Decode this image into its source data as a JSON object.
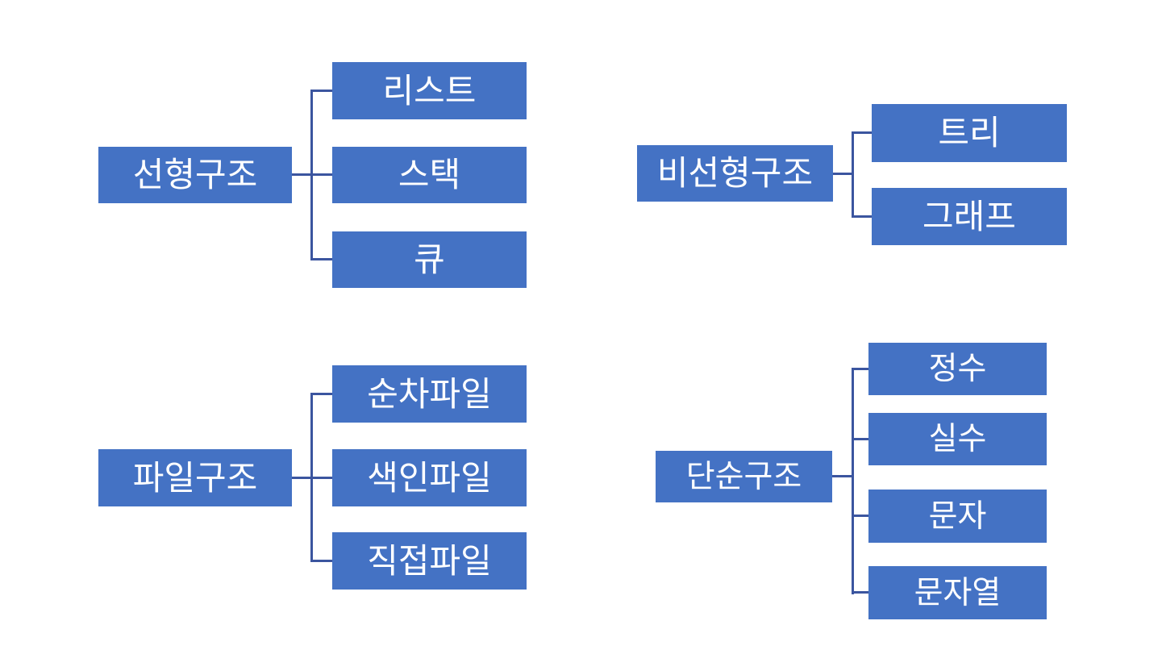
{
  "diagram": {
    "title": "Data structure classification diagram",
    "colors": {
      "box_fill": "#4472C4",
      "line_color": "#3B559F",
      "text_color": "#FFFFFF",
      "bg": "#FFFFFF"
    },
    "groups": [
      {
        "id": "linear-structure",
        "parent": "선형구조",
        "children": [
          "리스트",
          "스택",
          "큐"
        ]
      },
      {
        "id": "nonlinear-structure",
        "parent": "비선형구조",
        "children": [
          "트리",
          "그래프"
        ]
      },
      {
        "id": "file-structure",
        "parent": "파일구조",
        "children": [
          "순차파일",
          "색인파일",
          "직접파일"
        ]
      },
      {
        "id": "simple-structure",
        "parent": "단순구조",
        "children": [
          "정수",
          "실수",
          "문자",
          "문자열"
        ]
      }
    ]
  }
}
